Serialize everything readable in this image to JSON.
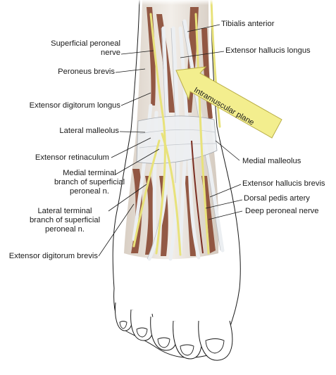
{
  "labels": {
    "tibialis_anterior": "Tibialis anterior",
    "superficial_peroneal_nerve": [
      "Superficial peroneal",
      "nerve"
    ],
    "extensor_hallucis_longus": "Extensor hallucis longus",
    "peroneus_brevis": "Peroneus brevis",
    "extensor_digitorum_longus": "Extensor digitorum longus",
    "intramuscular_plane": "Intramuscular plane",
    "lateral_malleolus": "Lateral malleolus",
    "extensor_retinaculum": "Extensor retinaculum",
    "medial_malleolus": "Medial malleolus",
    "medial_terminal_branch": [
      "Medial terminal",
      "branch of superficial",
      "peroneal n."
    ],
    "extensor_hallucis_brevis": "Extensor hallucis brevis",
    "dorsal_pedis_artery": "Dorsal pedis artery",
    "lateral_terminal_branch": [
      "Lateral terminal",
      "branch of superficial",
      "peroneal n."
    ],
    "deep_peroneal_nerve": "Deep peroneal nerve",
    "extensor_digitorum_brevis": "Extensor digitorum brevis"
  },
  "colors": {
    "outline": "#1a1a1a",
    "nerve": "#e8e27a",
    "muscle": "#8a4a34",
    "tendon": "#eceff2",
    "arrow_fill": "#f3ee8e",
    "arrow_stroke": "#b9ae48"
  }
}
